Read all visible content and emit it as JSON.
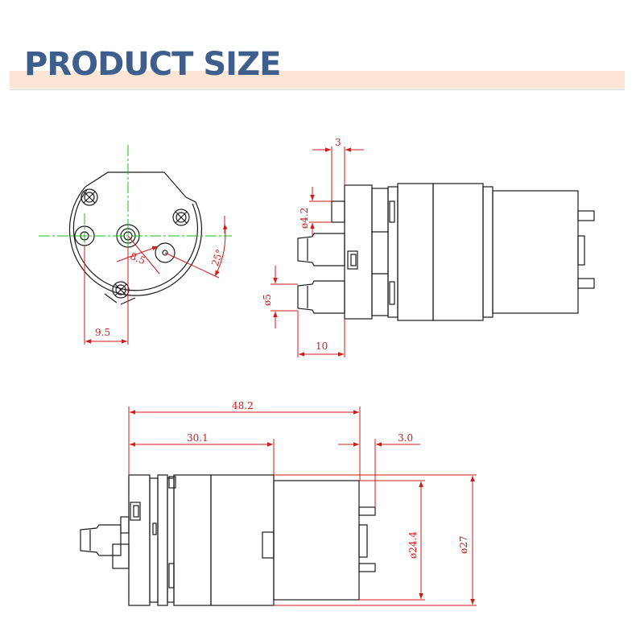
{
  "header": {
    "title": "PRODUCT SIZE"
  },
  "colors": {
    "title": "#3e5f8e",
    "banner": "#fbe6d5",
    "dimension": "#d11a1a",
    "centerline": "#19c019",
    "outline": "#1a1a1a"
  },
  "front_view": {
    "dims": {
      "offset": "9.5",
      "radius": "8.5",
      "angle": "25°"
    }
  },
  "side_view": {
    "dims": {
      "top": "3",
      "port_dia_small": "ø4.2",
      "port_dia": "ø5",
      "port_len": "10"
    }
  },
  "bottom_view": {
    "dims": {
      "total_length": "48.2",
      "pump_length": "30.1",
      "terminal": "3.0",
      "motor_dia": "ø24.4",
      "body_dia": "ø27"
    }
  }
}
